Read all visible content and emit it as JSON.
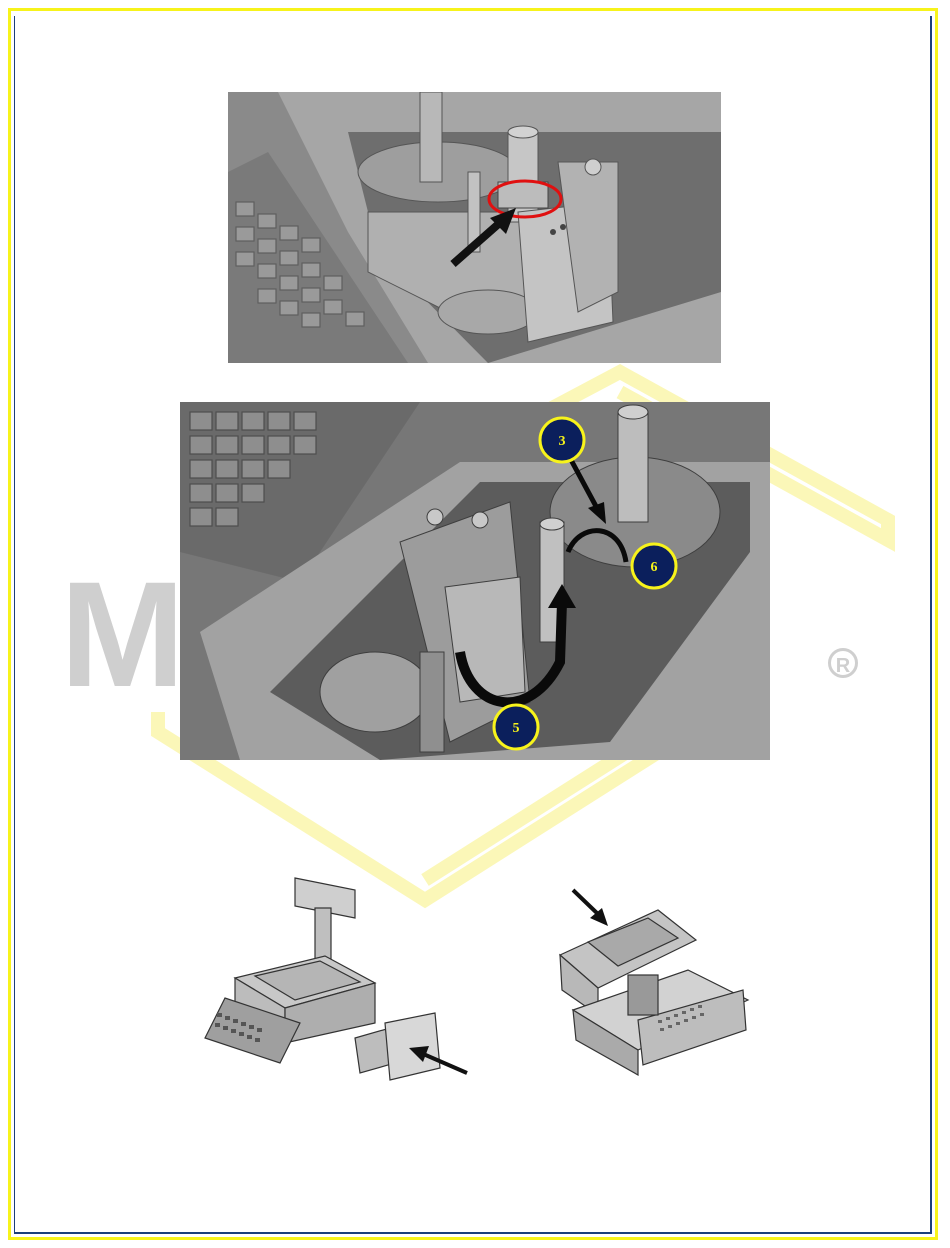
{
  "watermark": {
    "text": "M       Y",
    "registered": "R"
  },
  "figures": [
    {
      "id": "release-lever",
      "label": ""
    },
    {
      "id": "ribbon-path",
      "label": ""
    },
    {
      "id": "printer-removal",
      "label": ""
    },
    {
      "id": "cover-open",
      "label": ""
    }
  ],
  "callouts": {
    "step_3": "3",
    "step_5": "5",
    "step_6": "6"
  },
  "colors": {
    "frame_yellow": "#f7f31b",
    "frame_blue": "#1b3f7a",
    "badge_fill": "#0b1f5c",
    "highlight_red": "#e01010",
    "watermark_grey": "#cfcfcf"
  }
}
